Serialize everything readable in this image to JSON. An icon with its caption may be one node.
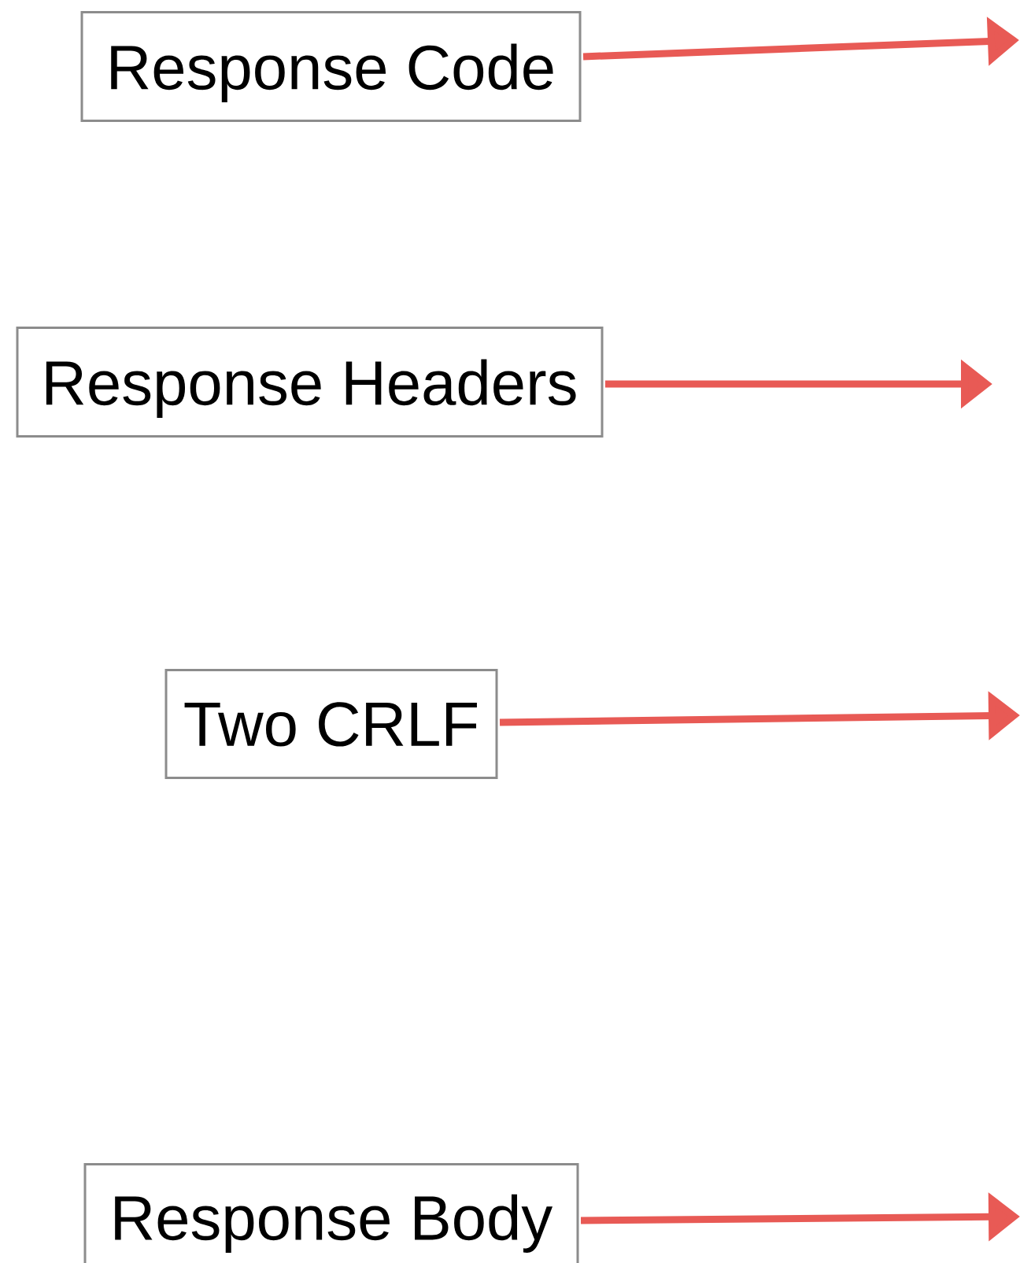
{
  "diagram": {
    "nodes": [
      {
        "text": [
          "Response Code"
        ]
      },
      {
        "text": [
          "Response Headers"
        ]
      },
      {
        "text": [
          "Two CRLF"
        ]
      },
      {
        "text": [
          "Response Body"
        ]
      }
    ],
    "edges": [
      {
        "from": 0,
        "to": null,
        "arrow": "to"
      },
      {
        "from": 1,
        "to": null,
        "arrow": "to"
      },
      {
        "from": 2,
        "to": null,
        "arrow": "to"
      },
      {
        "from": 3,
        "to": null,
        "arrow": "to"
      }
    ]
  }
}
